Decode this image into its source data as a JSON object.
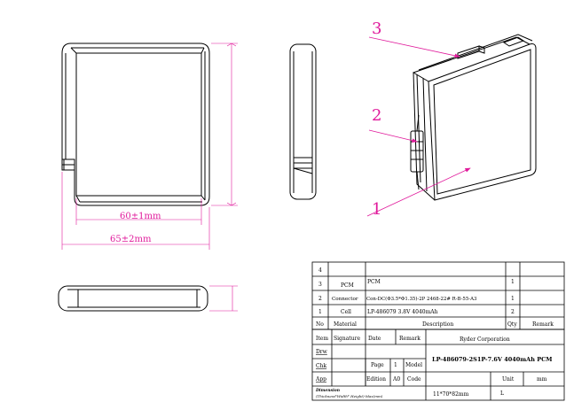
{
  "callouts": {
    "c1": "1",
    "c2": "2",
    "c3": "3"
  },
  "dimensions": {
    "inner_width": "60±1mm",
    "outer_width": "65±2mm"
  },
  "colors": {
    "annotation": "#e0199b",
    "line": "#000000"
  },
  "bom": {
    "rows": [
      {
        "no": "4",
        "material": "",
        "description": "",
        "qty": "",
        "remark": ""
      },
      {
        "no": "3",
        "material": "PCM",
        "description": "PCM",
        "qty": "1",
        "remark": ""
      },
      {
        "no": "2",
        "material": "Connector",
        "description": "Con-DC(Φ3.5*Φ1.35)-2P 2468-22# R-B-55-A3",
        "qty": "1",
        "remark": ""
      },
      {
        "no": "1",
        "material": "Cell",
        "description": "LP-486079 3.8V 4040mAh",
        "qty": "2",
        "remark": ""
      }
    ],
    "header": {
      "no": "No",
      "material": "Material",
      "description": "Description",
      "qty": "Qty",
      "remark": "Remark"
    }
  },
  "title_block": {
    "item": "Item",
    "signature": "Signature",
    "date": "Date",
    "remark": "Remark",
    "company": "Ryder Corporation",
    "drw": "Drw",
    "chk": "Chk",
    "app": "App",
    "page_label": "Page",
    "page_value": "1",
    "model_label": "Model",
    "model_value": "LP-486079-2S1P-7.6V 4040mAh PCM",
    "edition_label": "Edition",
    "edition_value": "A0",
    "code_label": "Code",
    "unit_label": "Unit",
    "unit_value": "mm",
    "dimension_label": "Dimension",
    "dimension_sub": "(Thickness*Width* Height)-Max(mm)",
    "dimension_value": "11*70*82mm",
    "rev": "L"
  }
}
